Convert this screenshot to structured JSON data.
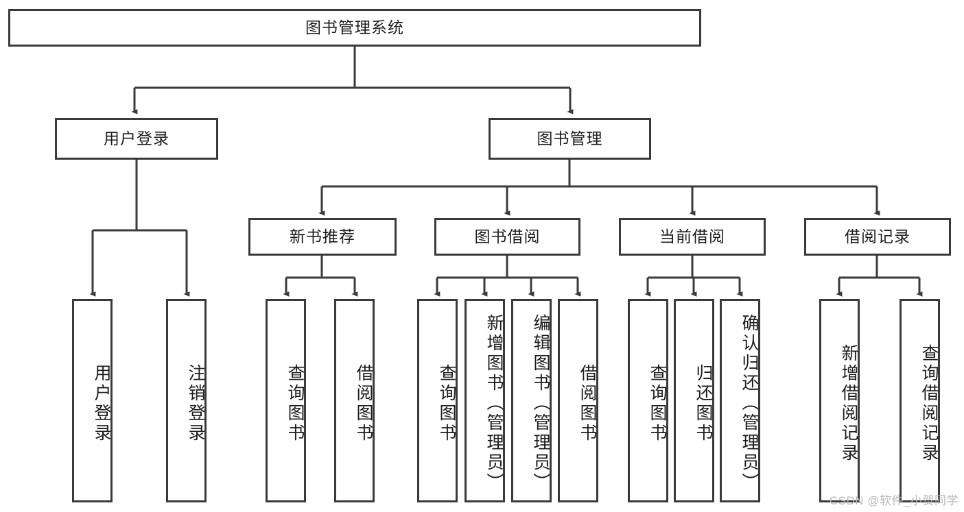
{
  "diagram": {
    "type": "tree",
    "title": "图书管理系统",
    "root": {
      "label": "图书管理系统"
    },
    "level1": [
      {
        "label": "用户登录"
      },
      {
        "label": "图书管理"
      }
    ],
    "level2": [
      {
        "label": "新书推荐"
      },
      {
        "label": "图书借阅"
      },
      {
        "label": "当前借阅"
      },
      {
        "label": "借阅记录"
      }
    ],
    "leaves": {
      "user_login": [
        {
          "label": "用户登录"
        },
        {
          "label": "注销登录"
        }
      ],
      "new_book_recommend": [
        {
          "label": "查询图书"
        },
        {
          "label": "借阅图书"
        }
      ],
      "book_borrow": [
        {
          "label": "查询图书"
        },
        {
          "label": "新增图书（管理员）"
        },
        {
          "label": "编辑图书（管理员）"
        },
        {
          "label": "借阅图书"
        }
      ],
      "current_borrow": [
        {
          "label": "查询图书"
        },
        {
          "label": "归还图书"
        },
        {
          "label": "确认归还（管理员）"
        }
      ],
      "borrow_record": [
        {
          "label": "新增借阅记录"
        },
        {
          "label": "查询借阅记录"
        }
      ]
    }
  },
  "watermark": {
    "text": "CSDN @软件_小贺同学"
  },
  "colors": {
    "border": "#3a3a3a",
    "text": "#1c1c1c",
    "background": "#ffffff",
    "watermark": "#b8b8b8"
  }
}
